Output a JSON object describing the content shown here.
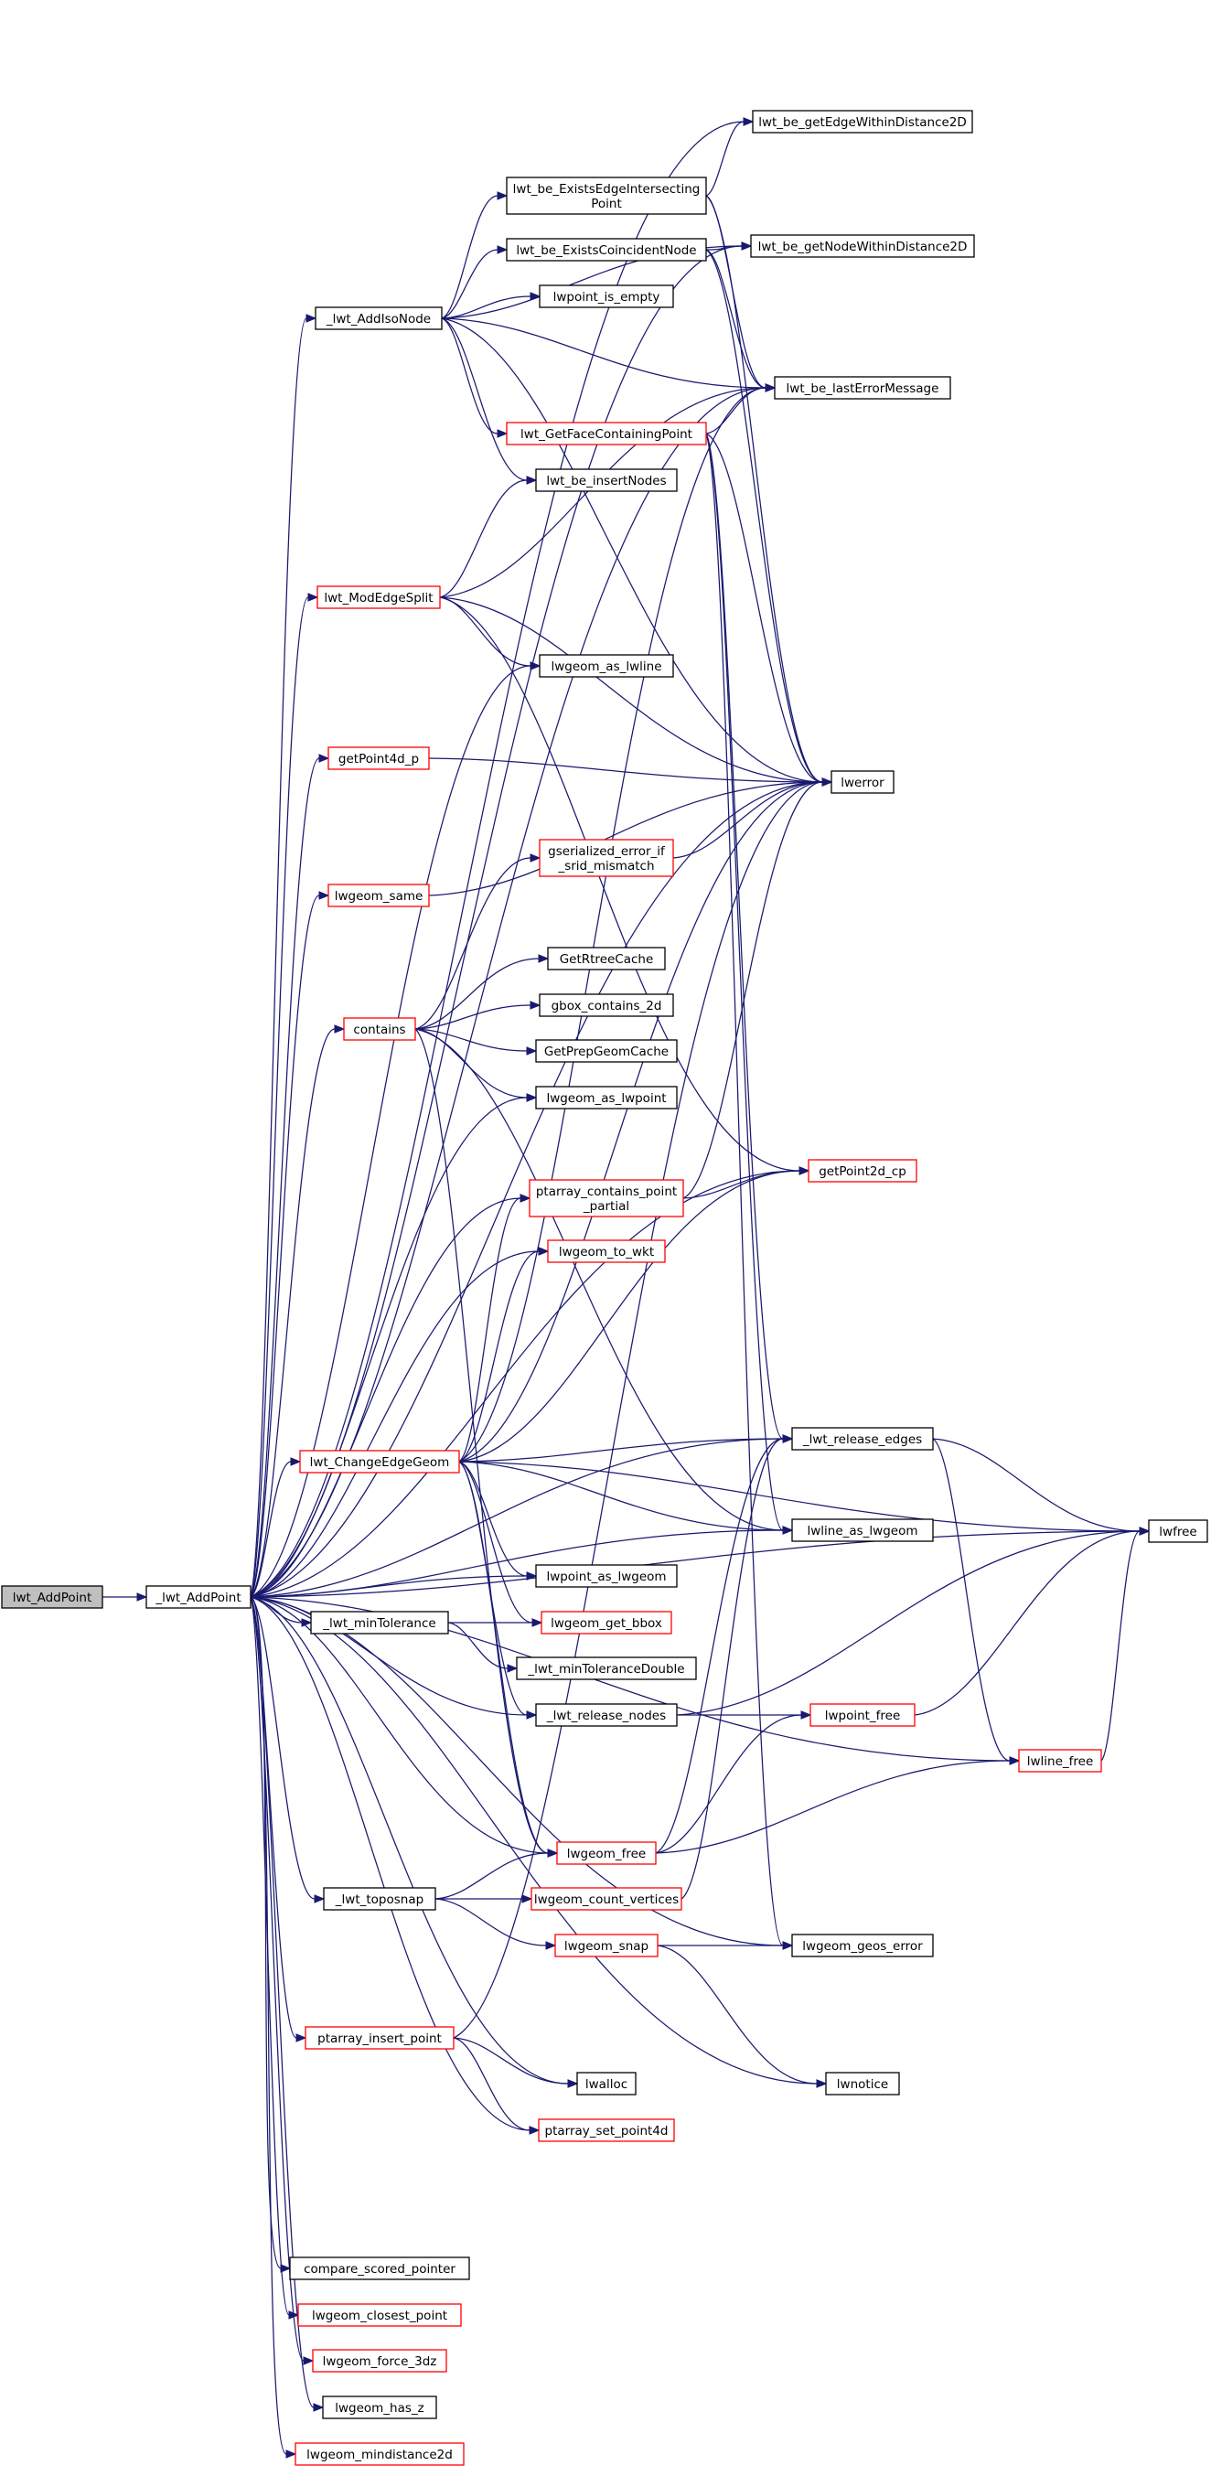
{
  "colors": {
    "edge": "#191970",
    "node_border": "#000000",
    "node_border_unresolved": "#ff0000",
    "root_fill": "#bfbfbf",
    "node_fill": "#ffffff"
  },
  "nodes": [
    {
      "id": "lwt_AddPoint",
      "lines": [
        "lwt_AddPoint"
      ],
      "root": true
    },
    {
      "id": "_lwt_AddPoint",
      "lines": [
        "_lwt_AddPoint"
      ]
    },
    {
      "id": "_lwt_AddIsoNode",
      "lines": [
        "_lwt_AddIsoNode"
      ]
    },
    {
      "id": "lwt_ModEdgeSplit",
      "lines": [
        "lwt_ModEdgeSplit"
      ],
      "red": true
    },
    {
      "id": "getPoint4d_p",
      "lines": [
        "getPoint4d_p"
      ],
      "red": true
    },
    {
      "id": "lwgeom_same",
      "lines": [
        "lwgeom_same"
      ],
      "red": true
    },
    {
      "id": "contains",
      "lines": [
        "contains"
      ],
      "red": true
    },
    {
      "id": "lwt_ChangeEdgeGeom",
      "lines": [
        "lwt_ChangeEdgeGeom"
      ],
      "red": true
    },
    {
      "id": "_lwt_minTolerance",
      "lines": [
        "_lwt_minTolerance"
      ]
    },
    {
      "id": "_lwt_toposnap",
      "lines": [
        "_lwt_toposnap"
      ]
    },
    {
      "id": "ptarray_insert_point",
      "lines": [
        "ptarray_insert_point"
      ],
      "red": true
    },
    {
      "id": "compare_scored_pointer",
      "lines": [
        "compare_scored_pointer"
      ]
    },
    {
      "id": "lwgeom_closest_point",
      "lines": [
        "lwgeom_closest_point"
      ],
      "red": true
    },
    {
      "id": "lwgeom_force_3dz",
      "lines": [
        "lwgeom_force_3dz"
      ],
      "red": true
    },
    {
      "id": "lwgeom_has_z",
      "lines": [
        "lwgeom_has_z"
      ]
    },
    {
      "id": "lwgeom_mindistance2d",
      "lines": [
        "lwgeom_mindistance2d"
      ],
      "red": true
    },
    {
      "id": "lwt_be_ExistsEdgeIntersectingPoint",
      "lines": [
        "lwt_be_ExistsEdgeIntersecting",
        "Point"
      ]
    },
    {
      "id": "lwt_be_ExistsCoincidentNode",
      "lines": [
        "lwt_be_ExistsCoincidentNode"
      ]
    },
    {
      "id": "lwpoint_is_empty",
      "lines": [
        "lwpoint_is_empty"
      ]
    },
    {
      "id": "lwt_GetFaceContainingPoint",
      "lines": [
        "lwt_GetFaceContainingPoint"
      ],
      "red": true
    },
    {
      "id": "lwt_be_insertNodes",
      "lines": [
        "lwt_be_insertNodes"
      ]
    },
    {
      "id": "lwgeom_as_lwline",
      "lines": [
        "lwgeom_as_lwline"
      ]
    },
    {
      "id": "gserialized_error_if_srid_mismatch",
      "lines": [
        "gserialized_error_if",
        "_srid_mismatch"
      ],
      "red": true
    },
    {
      "id": "GetRtreeCache",
      "lines": [
        "GetRtreeCache"
      ]
    },
    {
      "id": "gbox_contains_2d",
      "lines": [
        "gbox_contains_2d"
      ]
    },
    {
      "id": "GetPrepGeomCache",
      "lines": [
        "GetPrepGeomCache"
      ]
    },
    {
      "id": "lwgeom_as_lwpoint",
      "lines": [
        "lwgeom_as_lwpoint"
      ]
    },
    {
      "id": "ptarray_contains_point_partial",
      "lines": [
        "ptarray_contains_point",
        "_partial"
      ],
      "red": true
    },
    {
      "id": "lwgeom_to_wkt",
      "lines": [
        "lwgeom_to_wkt"
      ],
      "red": true
    },
    {
      "id": "lwpoint_as_lwgeom",
      "lines": [
        "lwpoint_as_lwgeom"
      ]
    },
    {
      "id": "lwgeom_get_bbox",
      "lines": [
        "lwgeom_get_bbox"
      ],
      "red": true
    },
    {
      "id": "_lwt_minToleranceDouble",
      "lines": [
        "_lwt_minToleranceDouble"
      ]
    },
    {
      "id": "_lwt_release_nodes",
      "lines": [
        "_lwt_release_nodes"
      ]
    },
    {
      "id": "lwgeom_free",
      "lines": [
        "lwgeom_free"
      ],
      "red": true
    },
    {
      "id": "lwgeom_count_vertices",
      "lines": [
        "lwgeom_count_vertices"
      ],
      "red": true
    },
    {
      "id": "lwgeom_snap",
      "lines": [
        "lwgeom_snap"
      ],
      "red": true
    },
    {
      "id": "lwalloc",
      "lines": [
        "lwalloc"
      ]
    },
    {
      "id": "ptarray_set_point4d",
      "lines": [
        "ptarray_set_point4d"
      ],
      "red": true
    },
    {
      "id": "lwt_be_getEdgeWithinDistance2D",
      "lines": [
        "lwt_be_getEdgeWithinDistance2D"
      ]
    },
    {
      "id": "lwt_be_getNodeWithinDistance2D",
      "lines": [
        "lwt_be_getNodeWithinDistance2D"
      ]
    },
    {
      "id": "lwt_be_lastErrorMessage",
      "lines": [
        "lwt_be_lastErrorMessage"
      ]
    },
    {
      "id": "lwerror",
      "lines": [
        "lwerror"
      ]
    },
    {
      "id": "getPoint2d_cp",
      "lines": [
        "getPoint2d_cp"
      ],
      "red": true
    },
    {
      "id": "_lwt_release_edges",
      "lines": [
        "_lwt_release_edges"
      ]
    },
    {
      "id": "lwline_as_lwgeom",
      "lines": [
        "lwline_as_lwgeom"
      ]
    },
    {
      "id": "lwpoint_free",
      "lines": [
        "lwpoint_free"
      ],
      "red": true
    },
    {
      "id": "lwgeom_geos_error",
      "lines": [
        "lwgeom_geos_error"
      ]
    },
    {
      "id": "lwnotice",
      "lines": [
        "lwnotice"
      ]
    },
    {
      "id": "lwfree",
      "lines": [
        "lwfree"
      ]
    },
    {
      "id": "lwline_free",
      "lines": [
        "lwline_free"
      ],
      "red": true
    }
  ],
  "edges": [
    [
      "lwt_AddPoint",
      "_lwt_AddPoint"
    ],
    [
      "_lwt_AddPoint",
      "_lwt_AddIsoNode"
    ],
    [
      "_lwt_AddPoint",
      "lwt_ModEdgeSplit"
    ],
    [
      "_lwt_AddPoint",
      "getPoint4d_p"
    ],
    [
      "_lwt_AddPoint",
      "lwgeom_same"
    ],
    [
      "_lwt_AddPoint",
      "contains"
    ],
    [
      "_lwt_AddPoint",
      "lwt_ChangeEdgeGeom"
    ],
    [
      "_lwt_AddPoint",
      "_lwt_minTolerance"
    ],
    [
      "_lwt_AddPoint",
      "_lwt_toposnap"
    ],
    [
      "_lwt_AddPoint",
      "ptarray_insert_point"
    ],
    [
      "_lwt_AddPoint",
      "compare_scored_pointer"
    ],
    [
      "_lwt_AddPoint",
      "lwgeom_closest_point"
    ],
    [
      "_lwt_AddPoint",
      "lwgeom_force_3dz"
    ],
    [
      "_lwt_AddPoint",
      "lwgeom_has_z"
    ],
    [
      "_lwt_AddPoint",
      "lwgeom_mindistance2d"
    ],
    [
      "_lwt_AddPoint",
      "lwt_be_getEdgeWithinDistance2D"
    ],
    [
      "_lwt_AddPoint",
      "lwt_be_getNodeWithinDistance2D"
    ],
    [
      "_lwt_AddPoint",
      "lwt_be_lastErrorMessage"
    ],
    [
      "_lwt_AddPoint",
      "lwgeom_as_lwline"
    ],
    [
      "_lwt_AddPoint",
      "lwerror"
    ],
    [
      "_lwt_AddPoint",
      "lwgeom_as_lwpoint"
    ],
    [
      "_lwt_AddPoint",
      "getPoint2d_cp"
    ],
    [
      "_lwt_AddPoint",
      "ptarray_contains_point_partial"
    ],
    [
      "_lwt_AddPoint",
      "lwgeom_to_wkt"
    ],
    [
      "_lwt_AddPoint",
      "_lwt_release_edges"
    ],
    [
      "_lwt_AddPoint",
      "lwpoint_as_lwgeom"
    ],
    [
      "_lwt_AddPoint",
      "lwline_as_lwgeom"
    ],
    [
      "_lwt_AddPoint",
      "lwfree"
    ],
    [
      "_lwt_AddPoint",
      "_lwt_release_nodes"
    ],
    [
      "_lwt_AddPoint",
      "lwgeom_free"
    ],
    [
      "_lwt_AddPoint",
      "lwgeom_geos_error"
    ],
    [
      "_lwt_AddPoint",
      "lwalloc"
    ],
    [
      "_lwt_AddPoint",
      "ptarray_set_point4d"
    ],
    [
      "_lwt_AddPoint",
      "lwnotice"
    ],
    [
      "_lwt_AddPoint",
      "lwline_free"
    ],
    [
      "_lwt_AddIsoNode",
      "lwt_be_ExistsEdgeIntersectingPoint"
    ],
    [
      "_lwt_AddIsoNode",
      "lwt_be_ExistsCoincidentNode"
    ],
    [
      "_lwt_AddIsoNode",
      "lwpoint_is_empty"
    ],
    [
      "_lwt_AddIsoNode",
      "lwt_GetFaceContainingPoint"
    ],
    [
      "_lwt_AddIsoNode",
      "lwt_be_insertNodes"
    ],
    [
      "_lwt_AddIsoNode",
      "lwt_be_getNodeWithinDistance2D"
    ],
    [
      "_lwt_AddIsoNode",
      "lwt_be_lastErrorMessage"
    ],
    [
      "_lwt_AddIsoNode",
      "lwerror"
    ],
    [
      "lwt_be_ExistsEdgeIntersectingPoint",
      "lwt_be_getEdgeWithinDistance2D"
    ],
    [
      "lwt_be_ExistsEdgeIntersectingPoint",
      "lwt_be_lastErrorMessage"
    ],
    [
      "lwt_be_ExistsEdgeIntersectingPoint",
      "lwerror"
    ],
    [
      "lwt_be_ExistsCoincidentNode",
      "lwt_be_getNodeWithinDistance2D"
    ],
    [
      "lwt_be_ExistsCoincidentNode",
      "lwt_be_lastErrorMessage"
    ],
    [
      "lwt_be_ExistsCoincidentNode",
      "lwerror"
    ],
    [
      "lwt_GetFaceContainingPoint",
      "lwt_be_lastErrorMessage"
    ],
    [
      "lwt_GetFaceContainingPoint",
      "lwerror"
    ],
    [
      "lwt_GetFaceContainingPoint",
      "_lwt_release_edges"
    ],
    [
      "lwt_GetFaceContainingPoint",
      "lwline_as_lwgeom"
    ],
    [
      "lwt_GetFaceContainingPoint",
      "lwgeom_geos_error"
    ],
    [
      "lwt_ModEdgeSplit",
      "lwt_be_insertNodes"
    ],
    [
      "lwt_ModEdgeSplit",
      "lwt_be_lastErrorMessage"
    ],
    [
      "lwt_ModEdgeSplit",
      "lwgeom_as_lwline"
    ],
    [
      "lwt_ModEdgeSplit",
      "lwerror"
    ],
    [
      "lwt_ModEdgeSplit",
      "getPoint2d_cp"
    ],
    [
      "getPoint4d_p",
      "lwerror"
    ],
    [
      "lwgeom_same",
      "lwerror"
    ],
    [
      "contains",
      "gserialized_error_if_srid_mismatch"
    ],
    [
      "contains",
      "GetRtreeCache"
    ],
    [
      "contains",
      "gbox_contains_2d"
    ],
    [
      "contains",
      "GetPrepGeomCache"
    ],
    [
      "contains",
      "lwgeom_as_lwpoint"
    ],
    [
      "contains",
      "lwgeom_free"
    ],
    [
      "contains",
      "lwline_as_lwgeom"
    ],
    [
      "gserialized_error_if_srid_mismatch",
      "lwerror"
    ],
    [
      "ptarray_contains_point_partial",
      "getPoint2d_cp"
    ],
    [
      "ptarray_contains_point_partial",
      "lwerror"
    ],
    [
      "lwt_ChangeEdgeGeom",
      "ptarray_contains_point_partial"
    ],
    [
      "lwt_ChangeEdgeGeom",
      "lwgeom_to_wkt"
    ],
    [
      "lwt_ChangeEdgeGeom",
      "lwerror"
    ],
    [
      "lwt_ChangeEdgeGeom",
      "lwt_be_lastErrorMessage"
    ],
    [
      "lwt_ChangeEdgeGeom",
      "getPoint2d_cp"
    ],
    [
      "lwt_ChangeEdgeGeom",
      "_lwt_release_edges"
    ],
    [
      "lwt_ChangeEdgeGeom",
      "lwline_as_lwgeom"
    ],
    [
      "lwt_ChangeEdgeGeom",
      "lwfree"
    ],
    [
      "lwt_ChangeEdgeGeom",
      "lwpoint_as_lwgeom"
    ],
    [
      "lwt_ChangeEdgeGeom",
      "lwgeom_get_bbox"
    ],
    [
      "lwt_ChangeEdgeGeom",
      "_lwt_release_nodes"
    ],
    [
      "lwt_ChangeEdgeGeom",
      "lwgeom_free"
    ],
    [
      "_lwt_minTolerance",
      "lwgeom_get_bbox"
    ],
    [
      "_lwt_minTolerance",
      "_lwt_minToleranceDouble"
    ],
    [
      "_lwt_release_edges",
      "lwfree"
    ],
    [
      "_lwt_release_edges",
      "lwline_free"
    ],
    [
      "_lwt_release_nodes",
      "lwfree"
    ],
    [
      "_lwt_release_nodes",
      "lwpoint_free"
    ],
    [
      "lwpoint_free",
      "lwfree"
    ],
    [
      "lwline_free",
      "lwfree"
    ],
    [
      "lwgeom_free",
      "lwpoint_free"
    ],
    [
      "lwgeom_free",
      "lwline_free"
    ],
    [
      "lwgeom_free",
      "_lwt_release_edges"
    ],
    [
      "_lwt_toposnap",
      "lwgeom_free"
    ],
    [
      "_lwt_toposnap",
      "lwgeom_count_vertices"
    ],
    [
      "_lwt_toposnap",
      "lwgeom_snap"
    ],
    [
      "lwgeom_count_vertices",
      "_lwt_release_edges"
    ],
    [
      "lwgeom_snap",
      "lwgeom_geos_error"
    ],
    [
      "lwgeom_snap",
      "lwnotice"
    ],
    [
      "ptarray_insert_point",
      "lwalloc"
    ],
    [
      "ptarray_insert_point",
      "ptarray_set_point4d"
    ],
    [
      "ptarray_insert_point",
      "lwerror"
    ]
  ]
}
